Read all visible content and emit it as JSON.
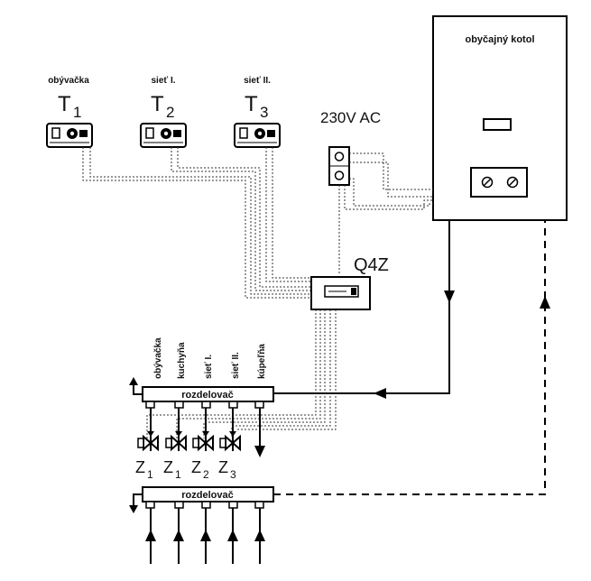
{
  "boiler": {
    "label": "obyčajný kotol"
  },
  "power": {
    "label": "230V AC"
  },
  "controller": {
    "label": "Q4Z"
  },
  "thermostats": [
    {
      "name": "obývačka",
      "symbol": "T",
      "index": "1"
    },
    {
      "name": "sieť I.",
      "symbol": "T",
      "index": "2"
    },
    {
      "name": "sieť II.",
      "symbol": "T",
      "index": "3"
    }
  ],
  "manifold_supply": {
    "label": "rozdelovač"
  },
  "manifold_return": {
    "label": "rozdelovač"
  },
  "circuits": [
    "obývačka",
    "kuchyňa",
    "sieť I.",
    "sieť II.",
    "kúpeľňa"
  ],
  "zone_valves": [
    {
      "symbol": "Z",
      "index": "1"
    },
    {
      "symbol": "Z",
      "index": "1"
    },
    {
      "symbol": "Z",
      "index": "2"
    },
    {
      "symbol": "Z",
      "index": "3"
    }
  ]
}
